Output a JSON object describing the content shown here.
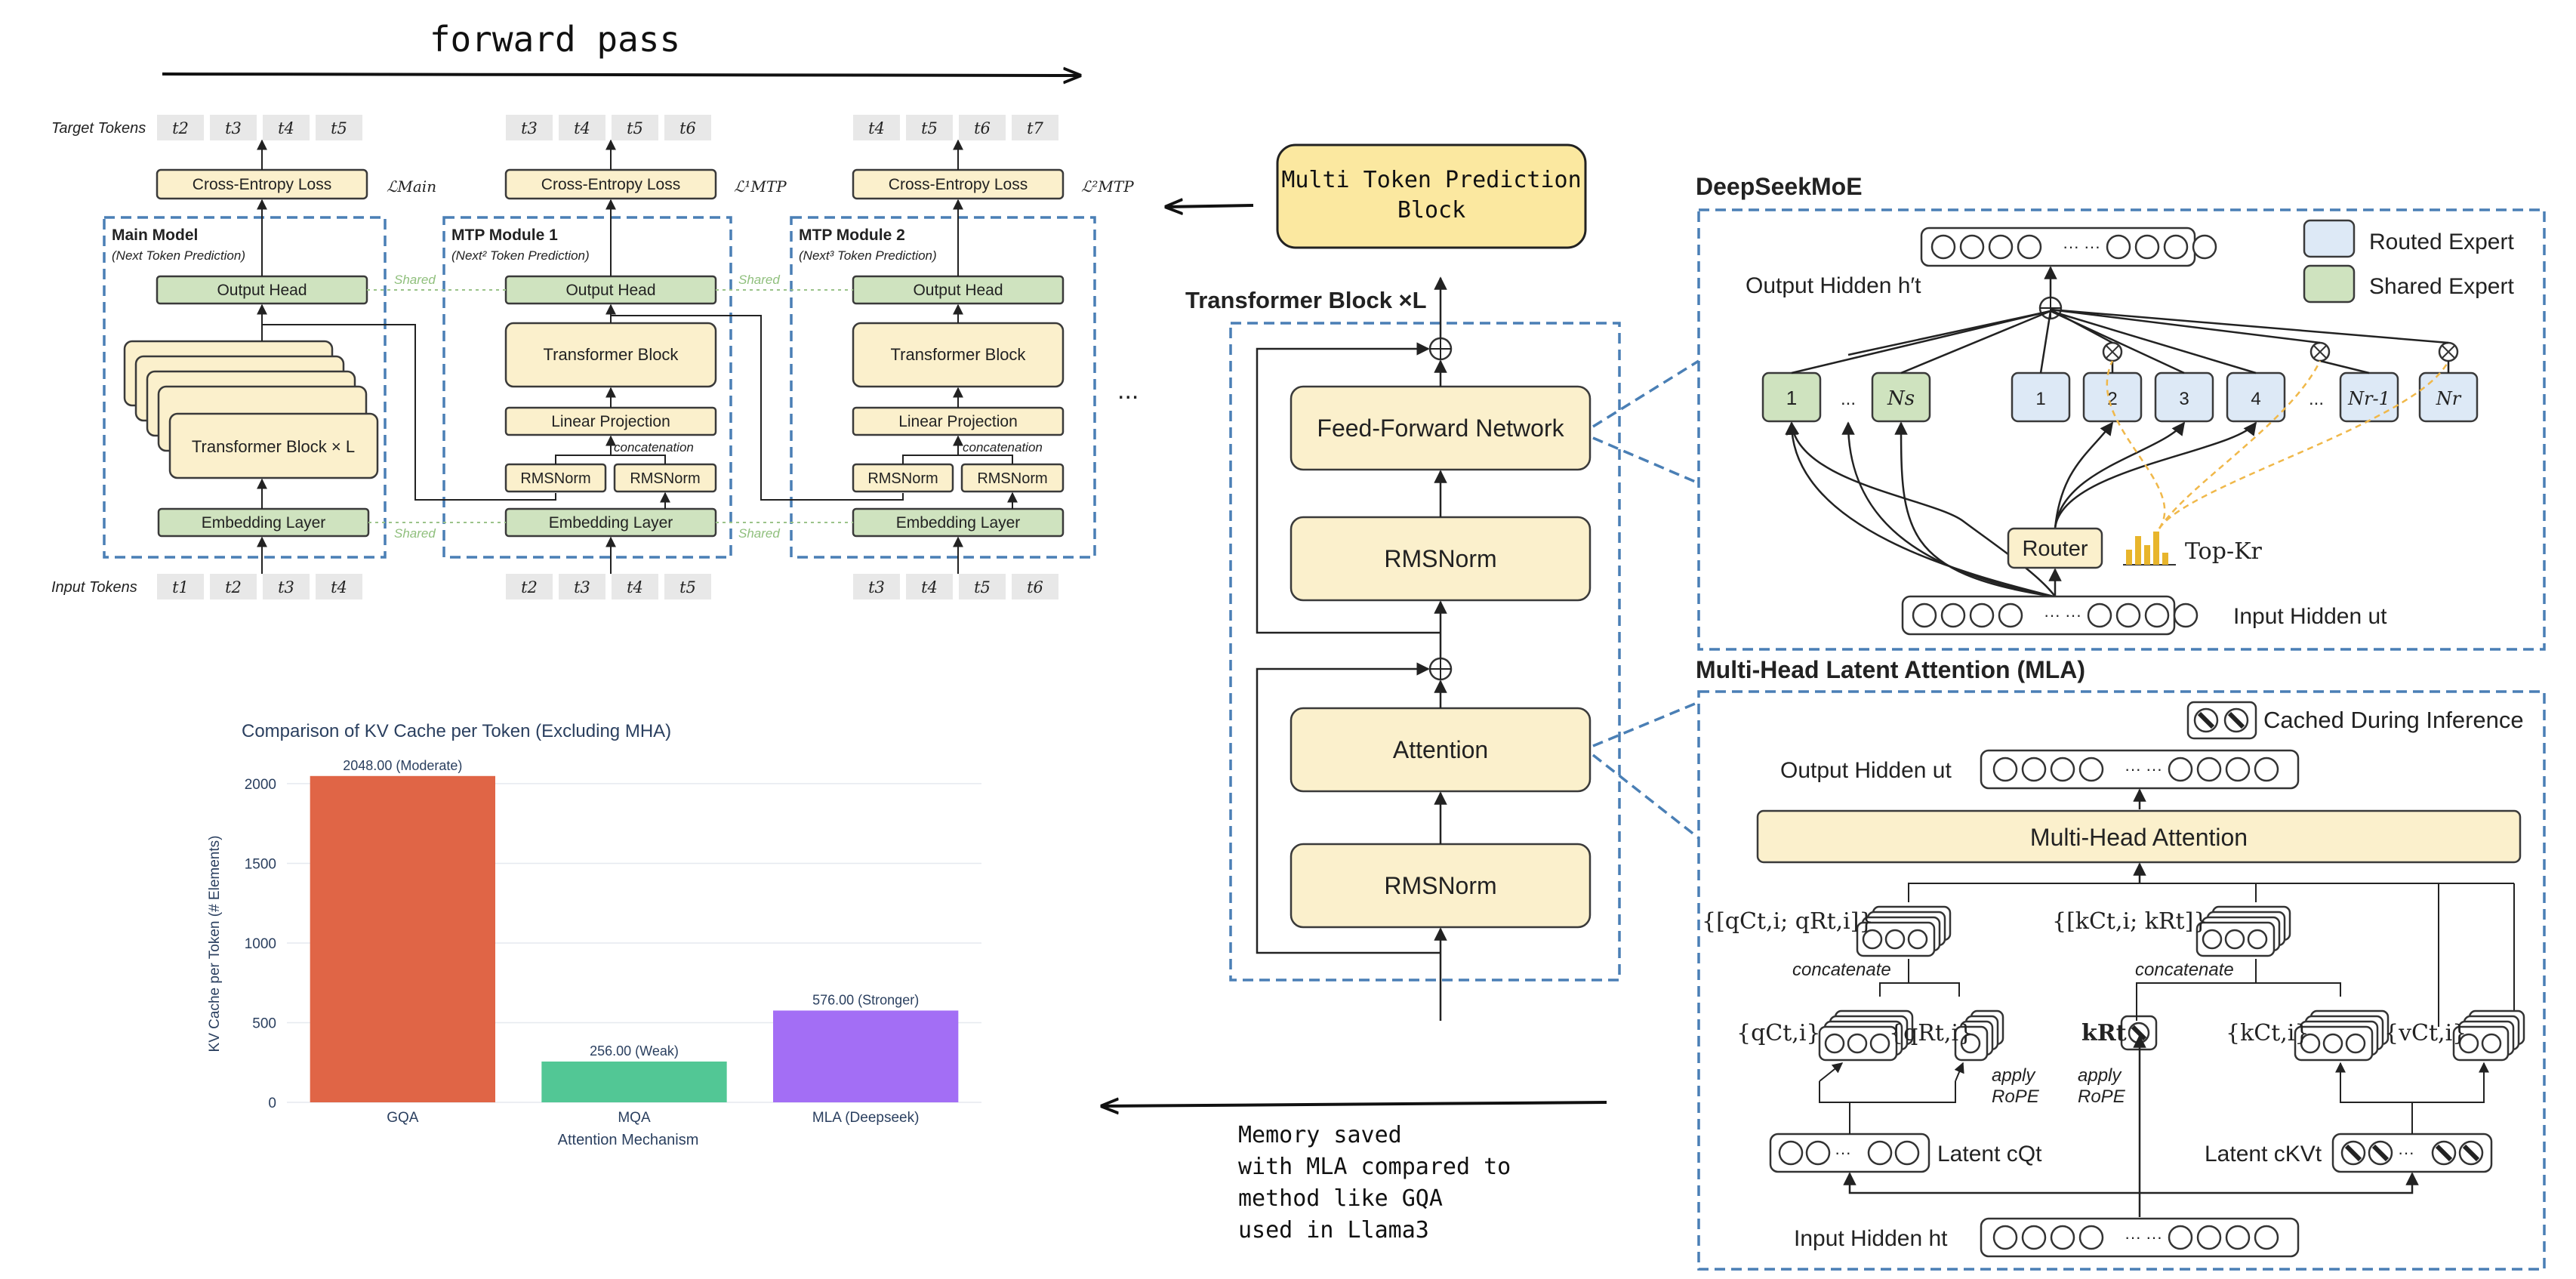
{
  "forward_pass": {
    "title": "forward pass"
  },
  "mtp": {
    "row_target_label": "Target Tokens",
    "row_input_label": "Input Tokens",
    "modules": [
      {
        "title": "Main Model",
        "subtitle": "(Next Token Prediction)",
        "targets": [
          "t2",
          "t3",
          "t4",
          "t5"
        ],
        "inputs": [
          "t1",
          "t2",
          "t3",
          "t4"
        ],
        "loss_label": "Cross-Entropy Loss",
        "loss_symbol": "ℒMain",
        "output_head": "Output Head",
        "transformer": "Transformer Block × L",
        "embedding": "Embedding Layer"
      },
      {
        "title": "MTP Module 1",
        "subtitle": "(Next² Token Prediction)",
        "targets": [
          "t3",
          "t4",
          "t5",
          "t6"
        ],
        "inputs": [
          "t2",
          "t3",
          "t4",
          "t5"
        ],
        "loss_label": "Cross-Entropy Loss",
        "loss_symbol": "ℒ¹MTP",
        "output_head": "Output Head",
        "transformer": "Transformer Block",
        "linear": "Linear Projection",
        "concat": "concatenation",
        "rms1": "RMSNorm",
        "rms2": "RMSNorm",
        "embedding": "Embedding Layer"
      },
      {
        "title": "MTP Module 2",
        "subtitle": "(Next³ Token Prediction)",
        "targets": [
          "t4",
          "t5",
          "t6",
          "t7"
        ],
        "inputs": [
          "t3",
          "t4",
          "t5",
          "t6"
        ],
        "loss_label": "Cross-Entropy Loss",
        "loss_symbol": "ℒ²MTP",
        "output_head": "Output Head",
        "transformer": "Transformer Block",
        "linear": "Linear Projection",
        "concat": "concatenation",
        "rms1": "RMSNorm",
        "rms2": "RMSNorm",
        "embedding": "Embedding Layer"
      }
    ],
    "shared_label": "Shared",
    "ellipsis": "..."
  },
  "mtp_callout": {
    "line1": "Multi Token Prediction",
    "line2": "Block"
  },
  "transformer_block": {
    "title": "Transformer Block ×L",
    "ffn": "Feed-Forward Network",
    "rms_top": "RMSNorm",
    "attention": "Attention",
    "rms_bottom": "RMSNorm"
  },
  "deepseekmoe": {
    "title": "DeepSeekMoE",
    "output_hidden": "Output Hidden h′t",
    "input_hidden": "Input Hidden ut",
    "legend_routed": "Routed Expert",
    "legend_shared": "Shared Expert",
    "shared_experts": [
      "1",
      "...",
      "Ns"
    ],
    "routed_experts": [
      "1",
      "2",
      "3",
      "4",
      "...",
      "Nr-1",
      "Nr"
    ],
    "router": "Router",
    "topk": "Top-Kr"
  },
  "mla": {
    "title": "Multi-Head Latent Attention (MLA)",
    "cached": "Cached During Inference",
    "output_hidden": "Output Hidden ut",
    "mha": "Multi-Head Attention",
    "q_concat": "{[qCt,i; qRt,i]}",
    "k_concat": "{[kCt,i; kRt]}",
    "concat1": "concatenate",
    "concat2": "concatenate",
    "qc": "{qCt,i}",
    "qr": "{qRt,i}",
    "kr": "kRt",
    "kc": "{kCt,i}",
    "vc": "{vCt,i}",
    "apply_rope_1": "apply",
    "rope_1": "RoPE",
    "apply_rope_2": "apply",
    "rope_2": "RoPE",
    "latent_q": "Latent cQt",
    "latent_kv": "Latent cKVt",
    "input_hidden": "Input Hidden ht"
  },
  "memory_note": {
    "line1": "Memory saved",
    "line2": "with MLA compared to",
    "line3": "method like GQA",
    "line4": "used in Llama3"
  },
  "chart_data": {
    "type": "bar",
    "title": "Comparison of KV Cache per Token (Excluding MHA)",
    "xlabel": "Attention Mechanism",
    "ylabel": "KV Cache per Token (# Elements)",
    "categories": [
      "GQA",
      "MQA",
      "MLA (Deepseek)"
    ],
    "values": [
      2048,
      256,
      576
    ],
    "data_labels": [
      "2048.00 (Moderate)",
      "256.00 (Weak)",
      "576.00 (Stronger)"
    ],
    "colors": [
      "#e06546",
      "#52c795",
      "#a36ef5"
    ],
    "yticks": [
      0,
      500,
      1000,
      1500,
      2000
    ],
    "ylim": [
      0,
      2156
    ],
    "grid": true
  }
}
